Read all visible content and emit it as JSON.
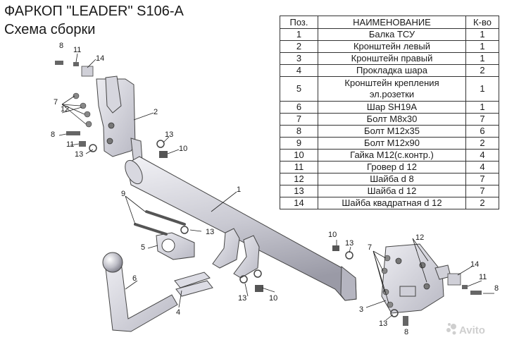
{
  "header": {
    "title": "ФАРКОП \"LEADER\" S106-A",
    "subtitle": "Схема сборки"
  },
  "parts_table": {
    "columns": [
      "Поз.",
      "НАИМЕНОВАНИЕ",
      "К-во"
    ],
    "rows": [
      {
        "pos": "1",
        "name": "Балка ТСУ",
        "qty": "1"
      },
      {
        "pos": "2",
        "name": "Кронштейн левый",
        "qty": "1"
      },
      {
        "pos": "3",
        "name": "Кронштейн правый",
        "qty": "1"
      },
      {
        "pos": "4",
        "name": "Прокладка шара",
        "qty": "2"
      },
      {
        "pos": "5",
        "name_line1": "Кронштейн крепления",
        "name_line2": "эл.розетки",
        "qty": "1"
      },
      {
        "pos": "6",
        "name": "Шар SH19A",
        "qty": "1"
      },
      {
        "pos": "7",
        "name": "Болт М8х30",
        "qty": "7"
      },
      {
        "pos": "8",
        "name": "Болт М12х35",
        "qty": "6"
      },
      {
        "pos": "9",
        "name": "Болт М12х90",
        "qty": "2"
      },
      {
        "pos": "10",
        "name": "Гайка М12(с.контр.)",
        "qty": "4"
      },
      {
        "pos": "11",
        "name": "Гровер d 12",
        "qty": "4"
      },
      {
        "pos": "12",
        "name": "Шайба d 8",
        "qty": "7"
      },
      {
        "pos": "13",
        "name": "Шайба d 12",
        "qty": "7"
      },
      {
        "pos": "14",
        "name": "Шайба квадратная d 12",
        "qty": "2"
      }
    ]
  },
  "callouts": {
    "c1": "1",
    "c2": "2",
    "c3": "3",
    "c4": "4",
    "c5": "5",
    "c6": "6",
    "c7": "7",
    "c8": "8",
    "c9": "9",
    "c10": "10",
    "c11": "11",
    "c12": "12",
    "c13": "13",
    "c14": "14"
  },
  "watermark": "Avito"
}
